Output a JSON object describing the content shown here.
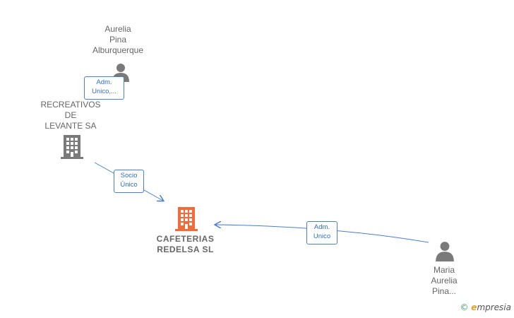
{
  "nodes": {
    "person_top": {
      "label": "Aurelia\nPina\nAlburquerque"
    },
    "company_left": {
      "label": "RECREATIVOS\nDE\nLEVANTE SA"
    },
    "company_main": {
      "label": "CAFETERIAS\nREDELSA  SL"
    },
    "person_right": {
      "label": "Maria\nAurelia\nPina..."
    }
  },
  "edges": {
    "top_to_left": {
      "label": "Adm.\nUnico,..."
    },
    "left_to_main": {
      "label": "Socio\nÚnico"
    },
    "right_to_main": {
      "label": "Adm.\nUnico"
    }
  },
  "colors": {
    "edge": "#4a7fd0",
    "main_company": "#f26b3a",
    "company": "#7a7a7a",
    "person": "#7a7a7a"
  },
  "footer": {
    "copyright": "©",
    "brand_e": "e",
    "brand_rest": "mpresia"
  }
}
